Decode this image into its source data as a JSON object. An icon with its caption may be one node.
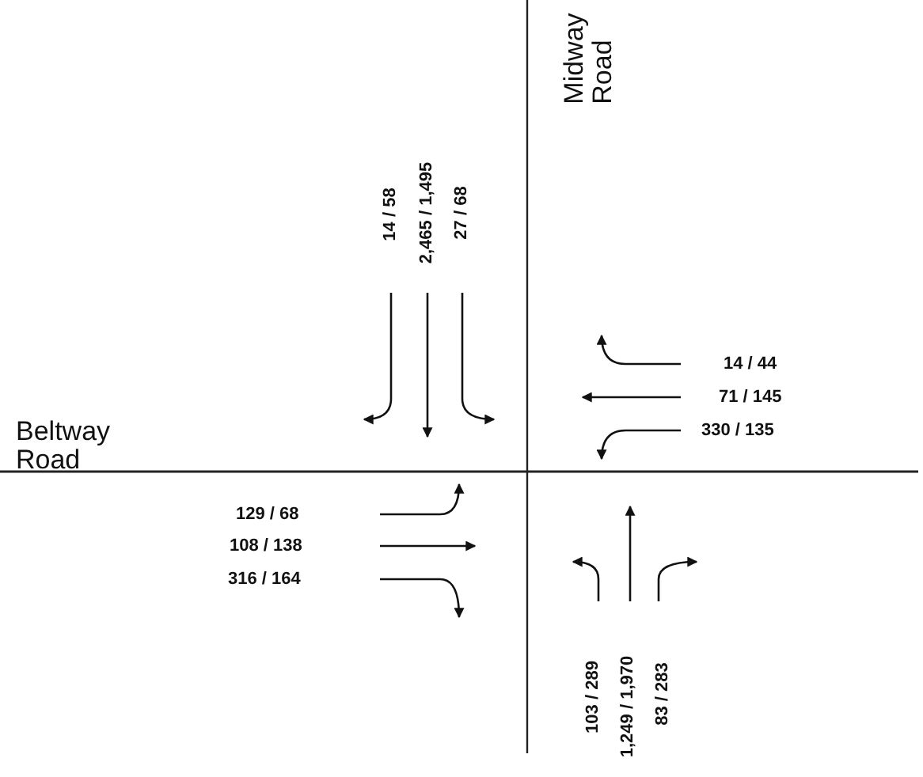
{
  "diagram": {
    "labels": [
      "Midway Road",
      "14 / 58",
      "2,465 / 1,495",
      "27 / 68",
      "14 / 44",
      "71 / 145",
      "330 / 135",
      "Beltway Road",
      "129 / 68",
      "108 / 138",
      "316 / 164",
      "103 / 289",
      "1,249 / 1,970",
      "83 / 283"
    ]
  }
}
